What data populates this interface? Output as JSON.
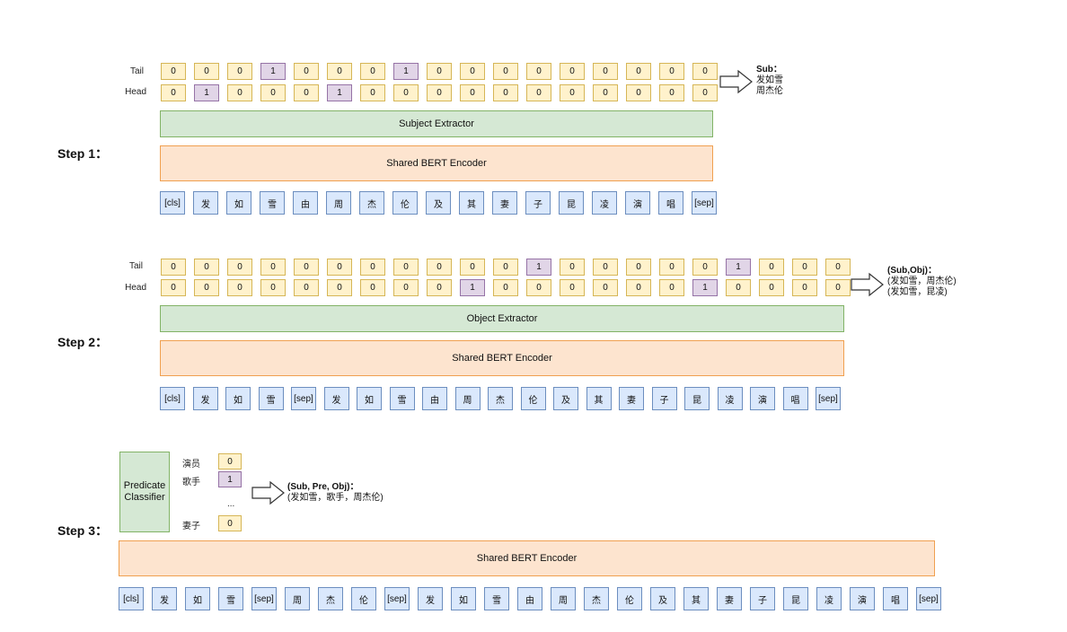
{
  "step1": {
    "label": "Step 1：",
    "tail_label": "Tail",
    "head_label": "Head",
    "tail": [
      "0",
      "0",
      "0",
      "1",
      "0",
      "0",
      "0",
      "1",
      "0",
      "0",
      "0",
      "0",
      "0",
      "0",
      "0",
      "0",
      "0"
    ],
    "head": [
      "0",
      "1",
      "0",
      "0",
      "0",
      "1",
      "0",
      "0",
      "0",
      "0",
      "0",
      "0",
      "0",
      "0",
      "0",
      "0",
      "0"
    ],
    "tail_on": [
      3,
      7
    ],
    "head_on": [
      1,
      5
    ],
    "extractor": "Subject Extractor",
    "encoder": "Shared BERT Encoder",
    "tokens": [
      "[cls]",
      "发",
      "如",
      "雪",
      "由",
      "周",
      "杰",
      "伦",
      "及",
      "其",
      "妻",
      "子",
      "昆",
      "凌",
      "演",
      "唱",
      "[sep]"
    ],
    "output_title": "Sub：",
    "output_lines": [
      "发如雪",
      "周杰伦"
    ]
  },
  "step2": {
    "label": "Step 2：",
    "tail_label": "Tail",
    "head_label": "Head",
    "tail": [
      "0",
      "0",
      "0",
      "0",
      "0",
      "0",
      "0",
      "0",
      "0",
      "0",
      "0",
      "1",
      "0",
      "0",
      "0",
      "0",
      "0",
      "1",
      "0",
      "0",
      "0"
    ],
    "head": [
      "0",
      "0",
      "0",
      "0",
      "0",
      "0",
      "0",
      "0",
      "0",
      "1",
      "0",
      "0",
      "0",
      "0",
      "0",
      "0",
      "1",
      "0",
      "0",
      "0",
      "0"
    ],
    "tail_on": [
      11,
      17
    ],
    "head_on": [
      9,
      16
    ],
    "extractor": "Object Extractor",
    "encoder": "Shared BERT Encoder",
    "tokens": [
      "[cls]",
      "发",
      "如",
      "雪",
      "[sep]",
      "发",
      "如",
      "雪",
      "由",
      "周",
      "杰",
      "伦",
      "及",
      "其",
      "妻",
      "子",
      "昆",
      "凌",
      "演",
      "唱",
      "[sep]"
    ],
    "output_title": "(Sub,Obj)：",
    "output_lines": [
      "(发如雪，周杰伦)",
      "(发如雪，昆凌)"
    ]
  },
  "step3": {
    "label": "Step 3：",
    "classifier": [
      "Predicate",
      "Classifier"
    ],
    "predicates": [
      {
        "label": "演员",
        "value": "0",
        "on": false
      },
      {
        "label": "歌手",
        "value": "1",
        "on": true
      },
      {
        "label": "妻子",
        "value": "0",
        "on": false
      }
    ],
    "ellipsis": "...",
    "encoder": "Shared BERT Encoder",
    "tokens": [
      "[cls]",
      "发",
      "如",
      "雪",
      "[sep]",
      "周",
      "杰",
      "伦",
      "[sep]",
      "发",
      "如",
      "雪",
      "由",
      "周",
      "杰",
      "伦",
      "及",
      "其",
      "妻",
      "子",
      "昆",
      "凌",
      "演",
      "唱",
      "[sep]"
    ],
    "output_title": "(Sub, Pre, Obj)：",
    "output_lines": [
      "(发如雪，歌手，周杰伦)"
    ]
  }
}
